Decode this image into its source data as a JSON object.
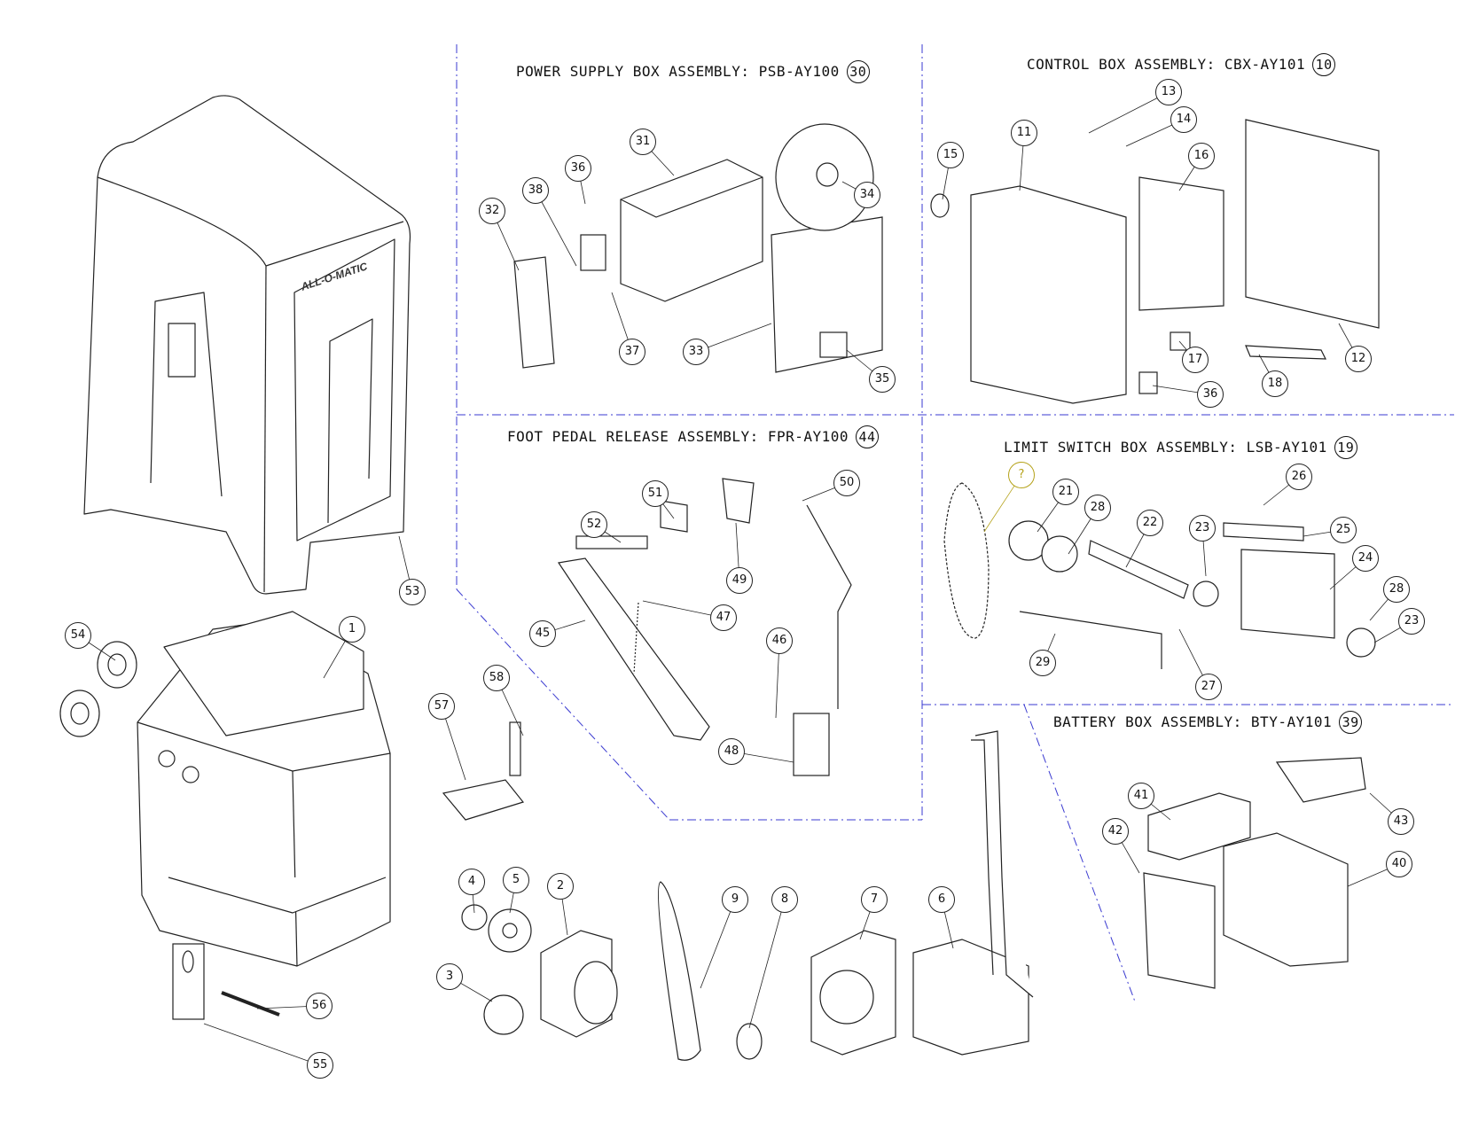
{
  "titles": {
    "power_supply": {
      "text": "POWER SUPPLY BOX ASSEMBLY: PSB-AY100",
      "num": "30"
    },
    "control_box": {
      "text": "CONTROL BOX ASSEMBLY: CBX-AY101",
      "num": "10"
    },
    "foot_pedal": {
      "text": "FOOT PEDAL RELEASE ASSEMBLY: FPR-AY100",
      "num": "44"
    },
    "limit_switch": {
      "text": "LIMIT SWITCH BOX ASSEMBLY: LSB-AY101",
      "num": "19"
    },
    "battery_box": {
      "text": "BATTERY BOX ASSEMBLY: BTY-AY101",
      "num": "39"
    }
  },
  "logo": "ALL-O-MATIC",
  "callouts": [
    "31",
    "36",
    "38",
    "32",
    "37",
    "34",
    "33",
    "35",
    "15",
    "11",
    "13",
    "14",
    "16",
    "12",
    "17",
    "18",
    "36",
    "51",
    "52",
    "50",
    "49",
    "47",
    "45",
    "46",
    "48",
    "21",
    "28",
    "22",
    "23",
    "26",
    "25",
    "24",
    "28",
    "23",
    "29",
    "27",
    "53",
    "54",
    "1",
    "58",
    "57",
    "43",
    "41",
    "42",
    "40",
    "4",
    "5",
    "2",
    "3",
    "9",
    "8",
    "7",
    "6",
    "56",
    "55"
  ],
  "unknown_callout": "?",
  "colors": {
    "line": "#222222",
    "divider": "#3a3ad0",
    "accent": "#b5a21a"
  }
}
